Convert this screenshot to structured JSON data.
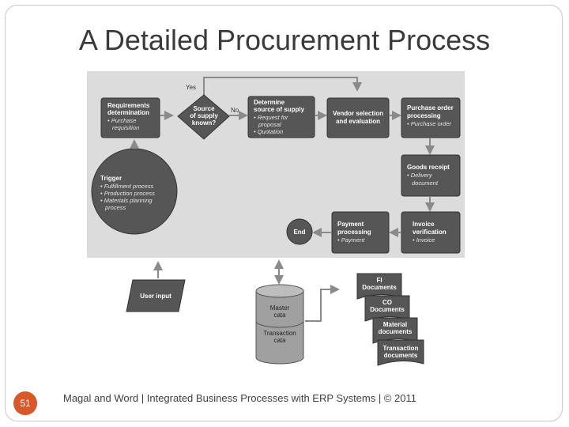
{
  "slide": {
    "title": "A Detailed Procurement Process",
    "page_number": "51",
    "footer": "Magal and Word | Integrated Business Processes with ERP Systems | © 2011"
  },
  "diagram": {
    "yes_label": "Yes",
    "no_label": "No",
    "requirements": {
      "title1": "Requirements",
      "title2": "determination",
      "bullet1": "• Purchase",
      "bullet2": "requisition"
    },
    "decision": {
      "line1": "Source",
      "line2": "of supply",
      "line3": "known?"
    },
    "determine": {
      "title1": "Determine",
      "title2": "source of supply",
      "bullet1": "• Request for",
      "bullet2": "proposal",
      "bullet3": "• Quotation"
    },
    "vendor": {
      "title1": "Vendor selection",
      "title2": "and evaluation"
    },
    "purchase_order": {
      "title1": "Purchase order",
      "title2": "processing",
      "bullet1": "• Purchase order"
    },
    "goods_receipt": {
      "title1": "Goods receipt",
      "bullet1": "• Delivery",
      "bullet2": "document"
    },
    "trigger": {
      "title": "Trigger",
      "bullet1": "• Fulfillment process",
      "bullet2": "• Production process",
      "bullet3": "• Materials planning",
      "bullet4": "process"
    },
    "end": "End",
    "payment": {
      "title1": "Payment",
      "title2": "processing",
      "bullet1": "• Payment"
    },
    "invoice": {
      "title1": "Invoice",
      "title2": "verification",
      "bullet1": "• Invoice"
    },
    "user_input": "User input",
    "database": {
      "top1": "Master",
      "top2": "cata",
      "bottom1": "Transaction",
      "bottom2": "cata"
    },
    "documents": [
      {
        "line1": "FI",
        "line2": "Documents"
      },
      {
        "line1": "CO",
        "line2": "Documents"
      },
      {
        "line1": "Material",
        "line2": "documents"
      },
      {
        "line1": "Transaction",
        "line2": "documents"
      }
    ]
  }
}
